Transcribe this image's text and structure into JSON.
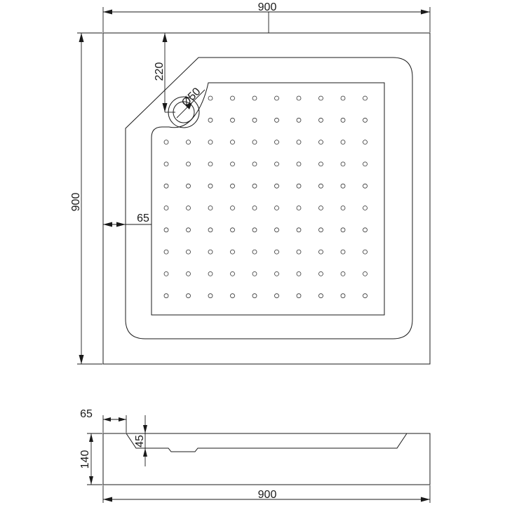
{
  "plan_view": {
    "width_label": "900",
    "depth_label": "900",
    "drain_offset_label": "220",
    "drain_diameter_label": "Ø50",
    "rim_width_label": "65"
  },
  "side_view": {
    "rim_width_label": "65",
    "height_label": "140",
    "inner_depth_label": "45",
    "length_label": "900"
  }
}
